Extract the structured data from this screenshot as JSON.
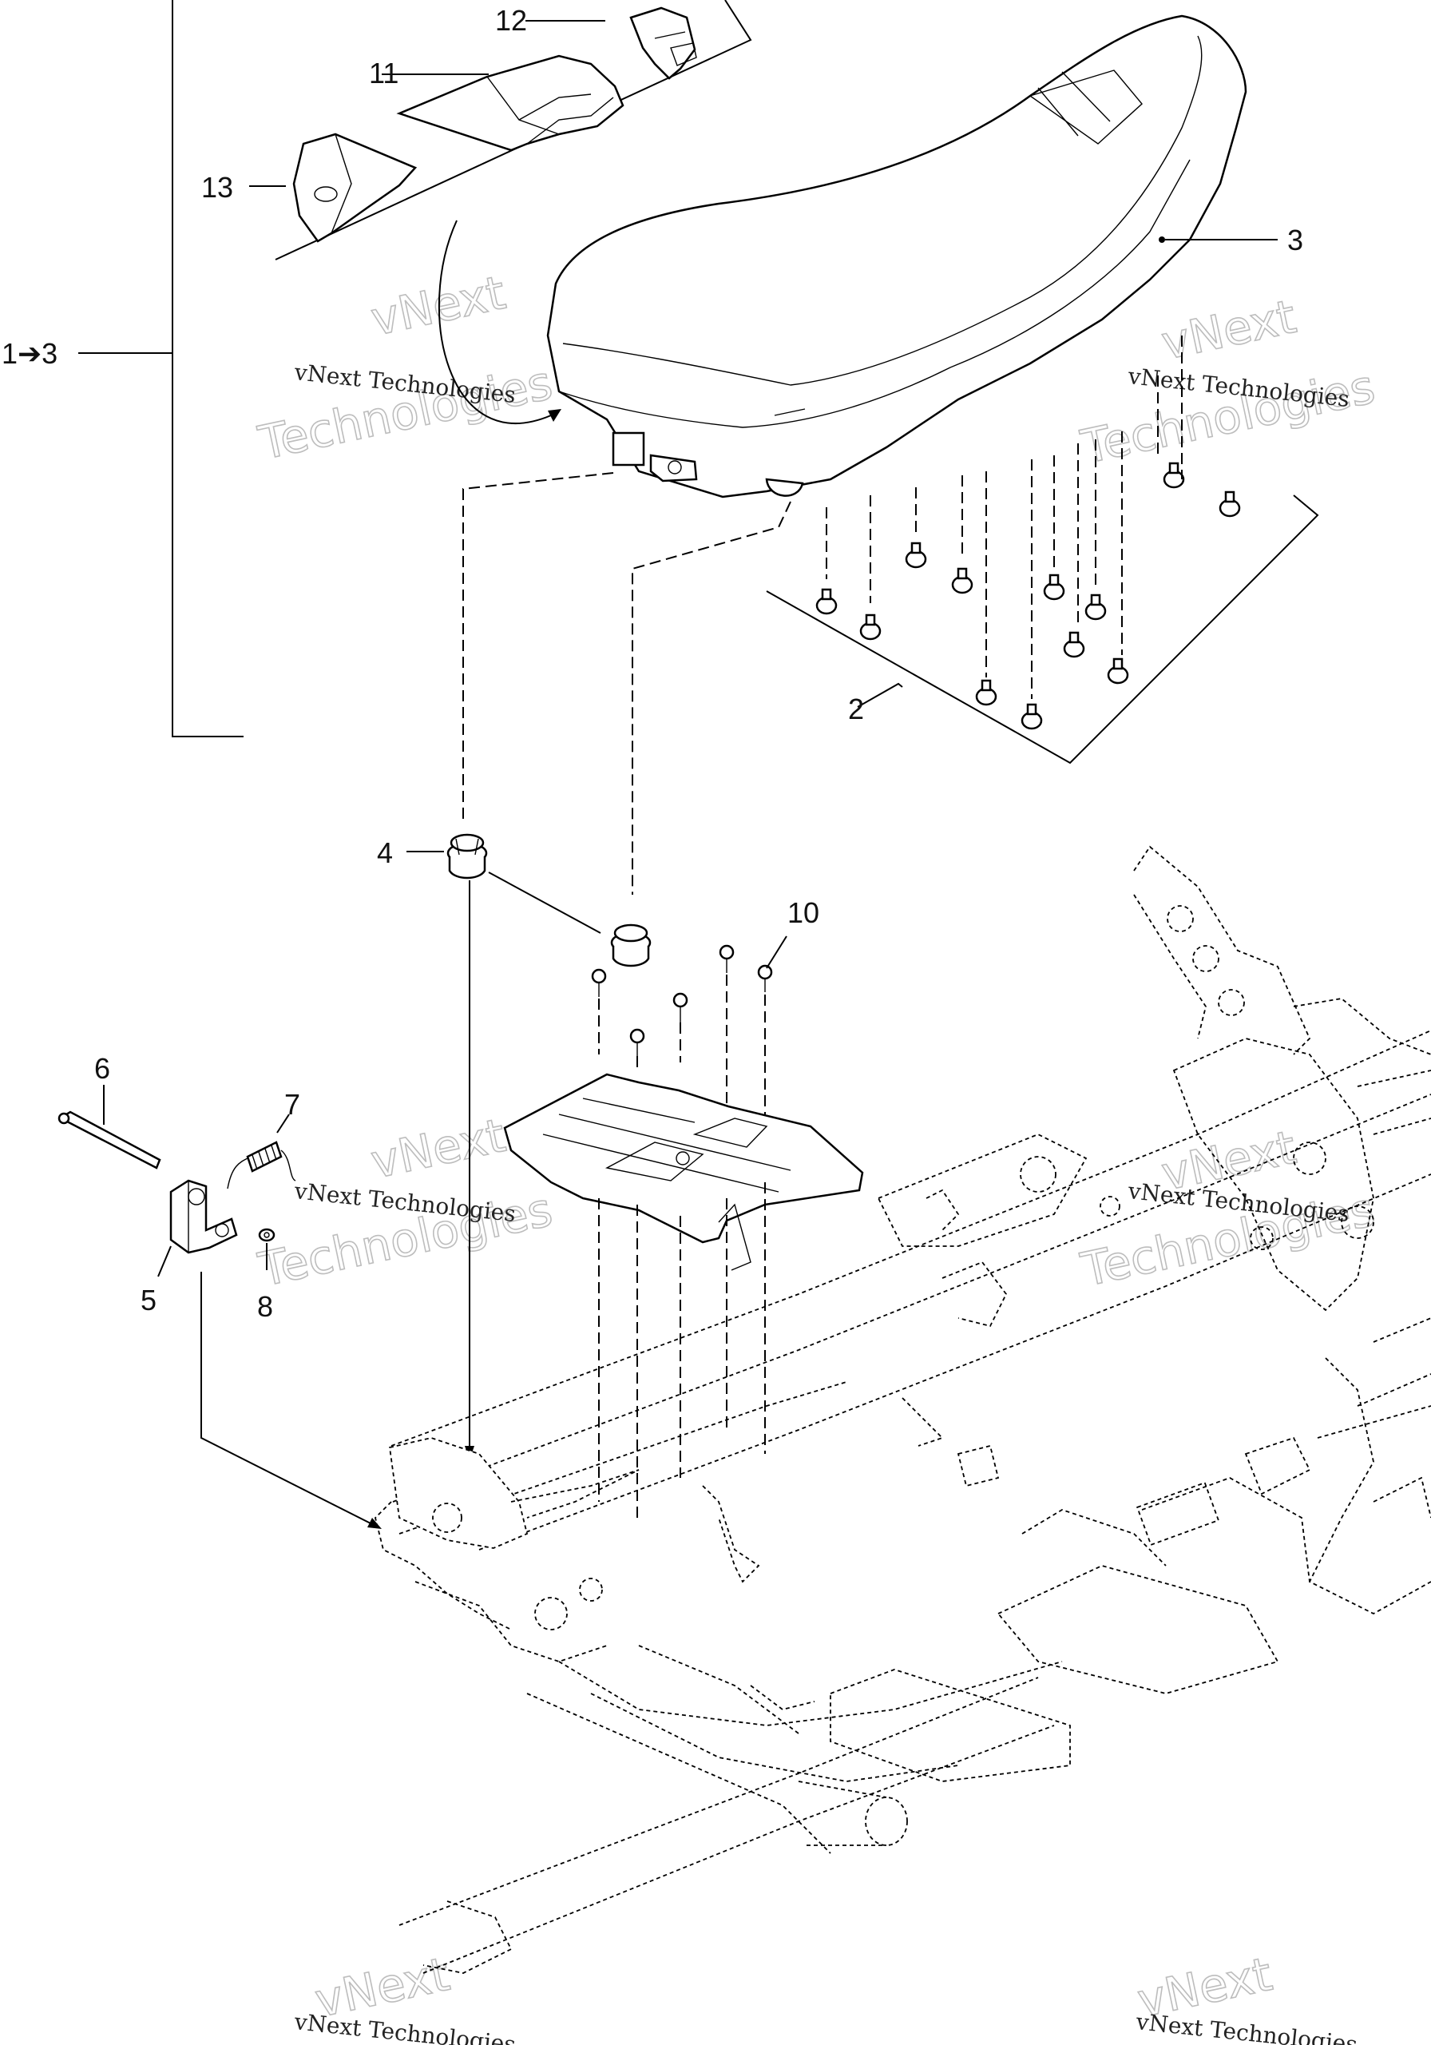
{
  "callouts": {
    "c1_3": "1➔3",
    "c2": "2",
    "c3": "3",
    "c4": "4",
    "c5": "5",
    "c6": "6",
    "c7": "7",
    "c8": "8",
    "c10": "10",
    "c11": "11",
    "c12": "12",
    "c13": "13"
  },
  "watermark": {
    "line": "vNext Technologies",
    "big_top": "vNext",
    "big_bottom": "Technologies"
  }
}
